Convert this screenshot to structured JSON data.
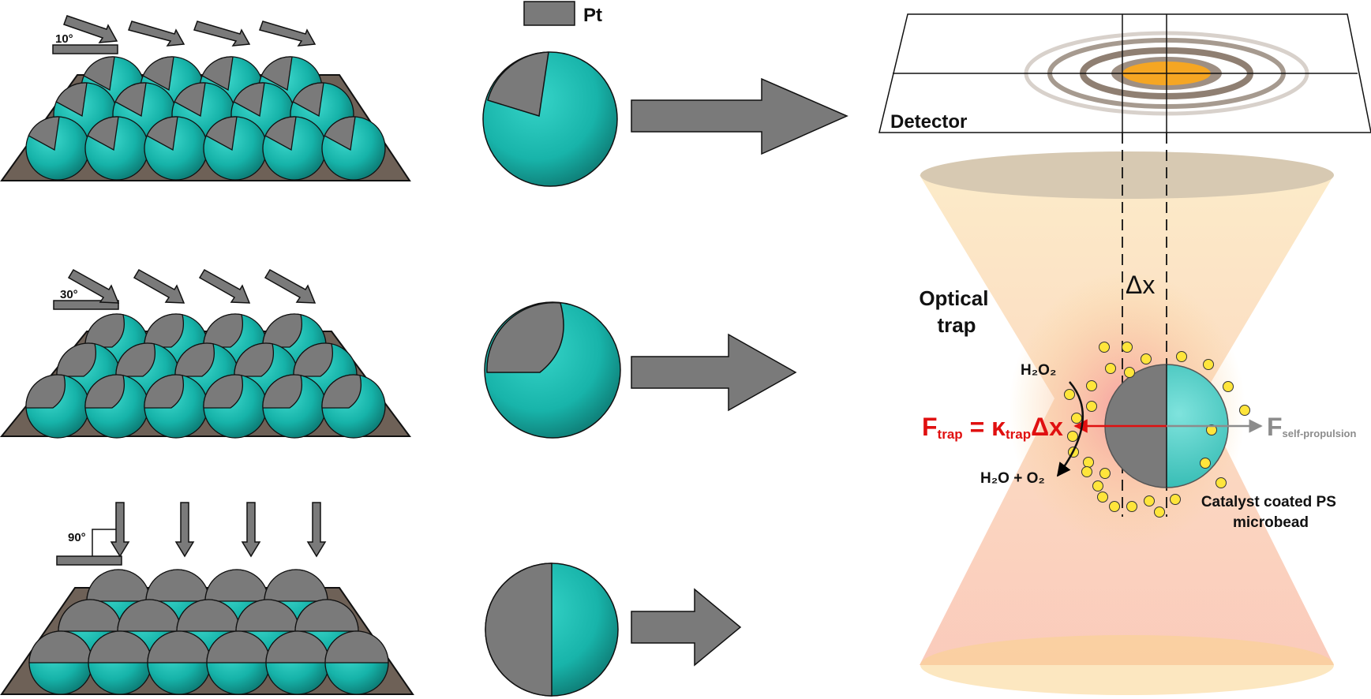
{
  "legend": {
    "material_label": "Pt",
    "material_color": "#7a7a7a"
  },
  "rows": [
    {
      "angle_label": "10°"
    },
    {
      "angle_label": "30°"
    },
    {
      "angle_label": "90°"
    }
  ],
  "detector": {
    "label": "Detector",
    "spot_color": "#f5a623"
  },
  "trap": {
    "label_line1": "Optical",
    "label_line2": "trap",
    "delta_label": "Δx",
    "reactant": "H₂O₂",
    "products": "H₂O + O₂",
    "force_trap": {
      "F": "F",
      "sub": "trap",
      "eq": " = ",
      "kappa": "κ",
      "ksub": "trap",
      "tail": "Δx",
      "color": "#e01010"
    },
    "force_self": {
      "F": "F",
      "sub": "self-propulsion",
      "color": "#8c8c8c"
    },
    "bead_label_line1": "Catalyst coated PS",
    "bead_label_line2": "microbead"
  },
  "colors": {
    "teal": "#1fb5ad",
    "pt_gray": "#7a7a7a",
    "substrate": "#6e6157",
    "beam": "#fad48c"
  }
}
